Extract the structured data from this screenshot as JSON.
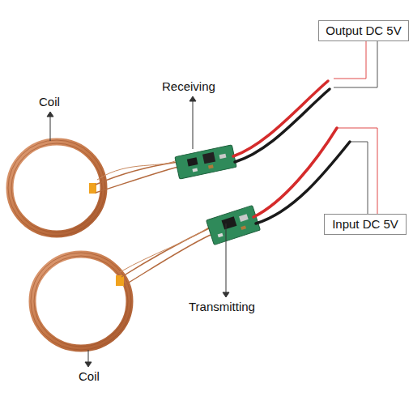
{
  "diagram": {
    "nodes": [
      {
        "text": [
          "Output DC 5V"
        ]
      },
      {
        "text": [
          "Input DC 5V"
        ]
      }
    ],
    "labels": [
      "Receiving",
      "Coil",
      "Transmitting",
      "Coil"
    ]
  }
}
